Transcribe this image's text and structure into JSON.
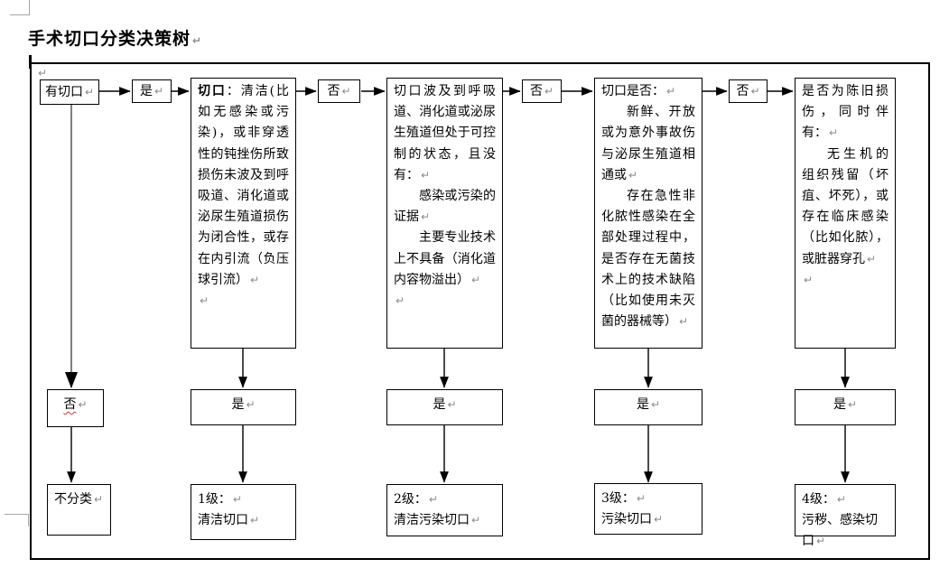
{
  "title": "手术切口分类决策树",
  "marks": {
    "paragraph_return": "↵"
  },
  "flow": {
    "start": "有切口",
    "first_yes": "是",
    "branch_no": [
      "否",
      "否",
      "否"
    ],
    "criteria": [
      {
        "lead_bold": "切口",
        "body": "：清洁(比如无感染或污染)，或非穿透性的钝挫伤所致损伤未波及到呼吸道、消化道或泌尿生殖道损伤为闭合性，或存在内引流（负压球引流）"
      },
      {
        "p1": "切口波及到呼吸道、消化道或泌尿生殖道但处于可控制的状态，且没有：",
        "p2": "感染或污染的证据",
        "p3": "主要专业技术上不具备（消化道内容物溢出）"
      },
      {
        "p1": "切口是否：",
        "p2": "新鲜、开放或为意外事故伤与泌尿生殖道相通或",
        "p3": "存在急性非化脓性感染在全部处理过程中，是否存在无菌技术上的技术缺陷（比如使用未灭菌的器械等）"
      },
      {
        "p1": "是否为陈旧损伤，同时伴有：",
        "p2": "无生机的组织残留（坏疽、坏死），或存在临床感染（比如化脓），或脏器穿孔"
      }
    ],
    "start_no": "否",
    "mid_yes": [
      "是",
      "是",
      "是",
      "是"
    ],
    "results": {
      "unclassified": "不分类",
      "levels": [
        {
          "line1": "1级：",
          "line2": "清洁切口"
        },
        {
          "line1": "2级：",
          "line2": "清洁污染切口"
        },
        {
          "line1": "3级：",
          "line2": "污染切口"
        },
        {
          "line1": "4级：",
          "line2": "污秽、感染切口"
        }
      ]
    }
  }
}
